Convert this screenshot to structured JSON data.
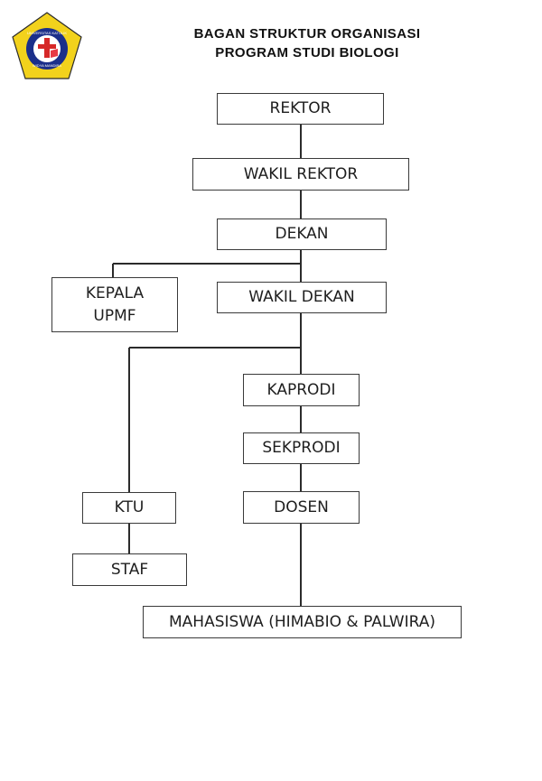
{
  "header": {
    "title_line1": "BAGAN STRUKTUR ORGANISASI",
    "title_line2": "PROGRAM STUDI BIOLOGI"
  },
  "logo": {
    "icon": "university-seal-icon",
    "ring_text_top": "UNIVERSITAS KATOLIK",
    "ring_text_bottom": "WIDYA MANDIRA",
    "colors": {
      "pentagon": "#f2d21c",
      "ring": "#1b2f8a",
      "cross": "#d62828",
      "outline": "#2a2a2a"
    }
  },
  "nodes": {
    "rektor": "REKTOR",
    "wakil_rektor": "WAKIL REKTOR",
    "dekan": "DEKAN",
    "kepala_upmf_line1": "KEPALA",
    "kepala_upmf_line2": "UPMF",
    "wakil_dekan": "WAKIL DEKAN",
    "kaprodi": "KAPRODI",
    "sekprodi": "SEKPRODI",
    "ktu": "KTU",
    "dosen": "DOSEN",
    "staf": "STAF",
    "mahasiswa": "MAHASISWA (HIMABIO & PALWIRA)"
  },
  "colors": {
    "line": "#2b2b2b",
    "box_border": "#3a3a3a",
    "text": "#1e1e1e"
  }
}
